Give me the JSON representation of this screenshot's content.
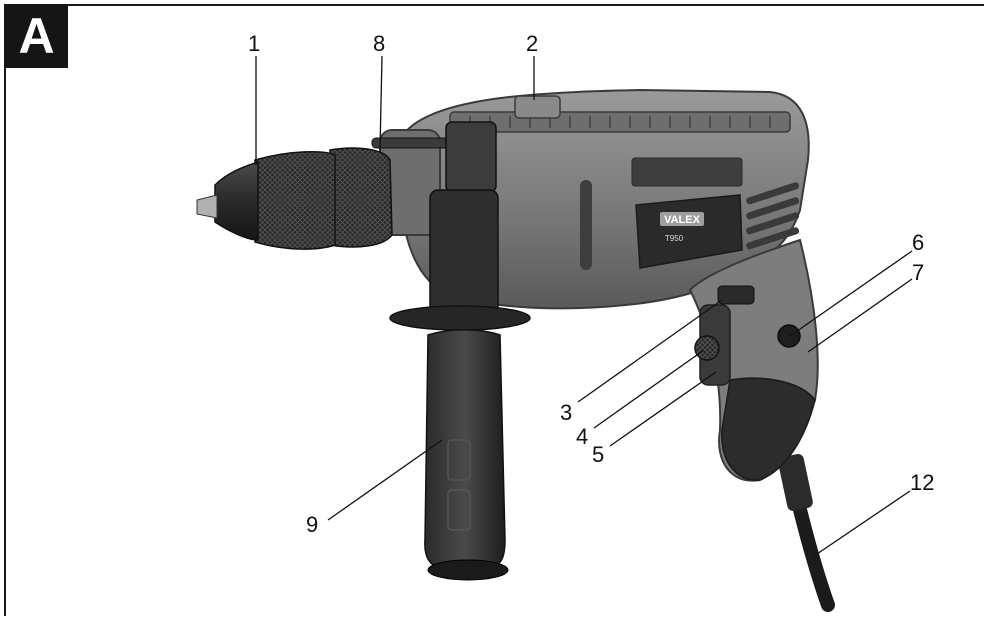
{
  "figure_badge": "A",
  "brand": "VALEX",
  "model": "T950",
  "callouts": [
    "1",
    "2",
    "3",
    "4",
    "5",
    "6",
    "7",
    "8",
    "9",
    "12"
  ]
}
